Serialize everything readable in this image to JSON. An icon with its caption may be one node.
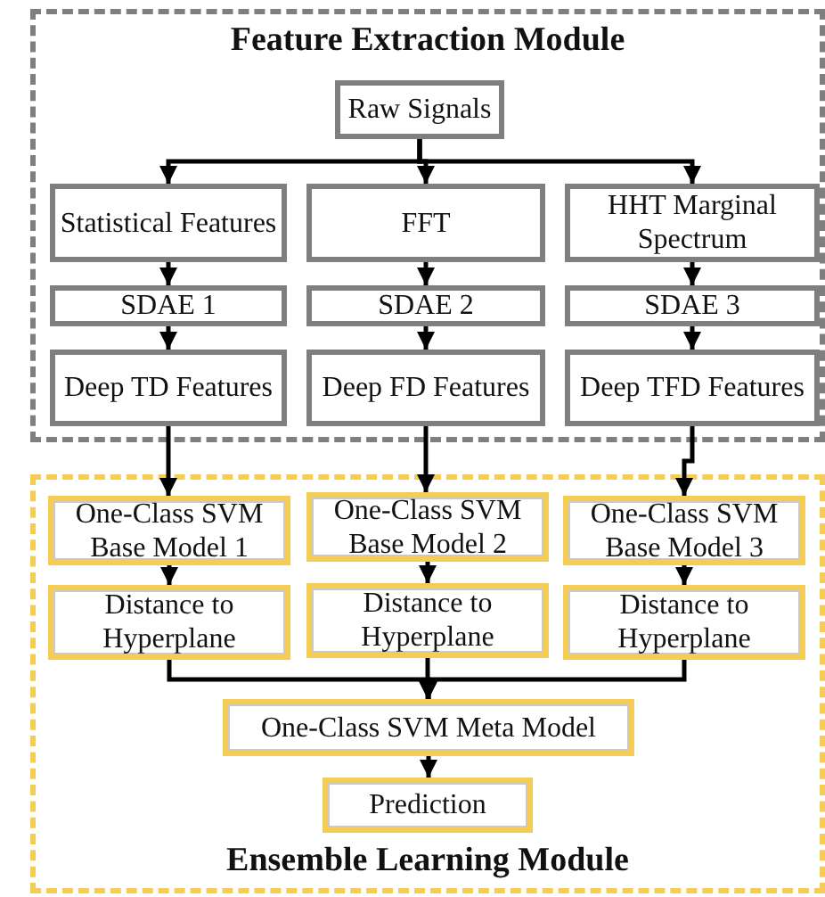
{
  "diagram": {
    "nodes": [
      {
        "text": [
          "Feature Extraction Module"
        ]
      },
      {
        "text": [
          "Raw Signals"
        ],
        "in": 0
      },
      {
        "text": [
          "Statistical Features"
        ],
        "in": 0
      },
      {
        "text": [
          "FFT"
        ],
        "in": 0
      },
      {
        "text": [
          "HHT Marginal Spectrum"
        ],
        "in": 0
      },
      {
        "text": [
          "SDAE 1"
        ],
        "in": 0
      },
      {
        "text": [
          "SDAE 2"
        ],
        "in": 0
      },
      {
        "text": [
          "SDAE 3"
        ],
        "in": 0
      },
      {
        "text": [
          "Deep TD Features"
        ],
        "in": 0
      },
      {
        "text": [
          "Deep FD Features"
        ],
        "in": 0
      },
      {
        "text": [
          "Deep TFD Features"
        ],
        "in": 0
      },
      {
        "text": [
          "Ensemble Learning Module"
        ]
      },
      {
        "text": [
          "One-Class SVM Base Model 1"
        ],
        "in": 11
      },
      {
        "text": [
          "One-Class SVM Base Model 2"
        ],
        "in": 11
      },
      {
        "text": [
          "One-Class SVM Base Model 3"
        ],
        "in": 11
      },
      {
        "text": [
          "Distance to Hyperplane"
        ],
        "in": 11
      },
      {
        "text": [
          "Distance to Hyperplane"
        ],
        "in": 11
      },
      {
        "text": [
          "Distance to Hyperplane"
        ],
        "in": 11
      },
      {
        "text": [
          "One-Class SVM Meta Model"
        ],
        "in": 11
      },
      {
        "text": [
          "Prediction"
        ],
        "in": 11
      }
    ],
    "edges": [
      {
        "from": 1,
        "to": 2,
        "arrow": "to"
      },
      {
        "from": 1,
        "to": 3,
        "arrow": "to"
      },
      {
        "from": 1,
        "to": 4,
        "arrow": "to"
      },
      {
        "from": 2,
        "to": 5,
        "arrow": "to"
      },
      {
        "from": 3,
        "to": 6,
        "arrow": "to"
      },
      {
        "from": 4,
        "to": 7,
        "arrow": "to"
      },
      {
        "from": 5,
        "to": 8,
        "arrow": "to"
      },
      {
        "from": 6,
        "to": 9,
        "arrow": "to"
      },
      {
        "from": 7,
        "to": 10,
        "arrow": "to"
      },
      {
        "from": 8,
        "to": 12,
        "arrow": "to"
      },
      {
        "from": 9,
        "to": 13,
        "arrow": "to"
      },
      {
        "from": 10,
        "to": 14,
        "arrow": "to"
      },
      {
        "from": 12,
        "to": 15,
        "arrow": "to"
      },
      {
        "from": 13,
        "to": 16,
        "arrow": "to"
      },
      {
        "from": 14,
        "to": 17,
        "arrow": "to"
      },
      {
        "from": 15,
        "to": 18,
        "arrow": "to"
      },
      {
        "from": 16,
        "to": 18,
        "arrow": "to"
      },
      {
        "from": 17,
        "to": 18,
        "arrow": "to"
      },
      {
        "from": 18,
        "to": 19,
        "arrow": "to"
      }
    ]
  }
}
